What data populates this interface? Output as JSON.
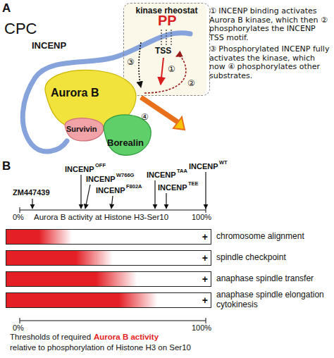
{
  "diagram": {
    "nodes": [
      {
        "text": [
          "kinase rheostat"
        ]
      },
      {
        "text": [
          "Aurora B"
        ]
      },
      {
        "text": [
          "Survivin"
        ]
      },
      {
        "text": [
          "Borealin"
        ]
      },
      {
        "text": [
          "+",
          "chromosome alignment"
        ]
      },
      {
        "text": [
          "+",
          "spindle checkpoint"
        ]
      },
      {
        "text": [
          "+",
          "anaphase spindle transfer"
        ]
      },
      {
        "text": [
          "+",
          "anaphase spindle elongation cytokinesis"
        ]
      }
    ],
    "labels": [
      "A",
      "CPC",
      "INCENP",
      "PP",
      "TSS",
      "①",
      "②",
      "③",
      "④",
      "① INCENP binding activates Aurora B kinase, which then ② phosphorylates the INCENP TSS motif.",
      "③ Phosphorylated INCENP fully activates the kinase, which now ④ phosphorylates other substrates.",
      "B",
      "ZM447439",
      "INCENP",
      "OFF",
      "INCENP",
      "W766G",
      "INCENP",
      "F802A",
      "INCENP",
      "TAA",
      "INCENP",
      "TEE",
      "INCENP",
      "WT",
      "0%",
      "Aurora B activity at Histone H3-Ser10",
      "100%",
      "0%",
      "100%",
      "Thresholds of required",
      "Aurora B activity",
      "relative to phosphorylation of Histone H3 on Ser10"
    ]
  }
}
